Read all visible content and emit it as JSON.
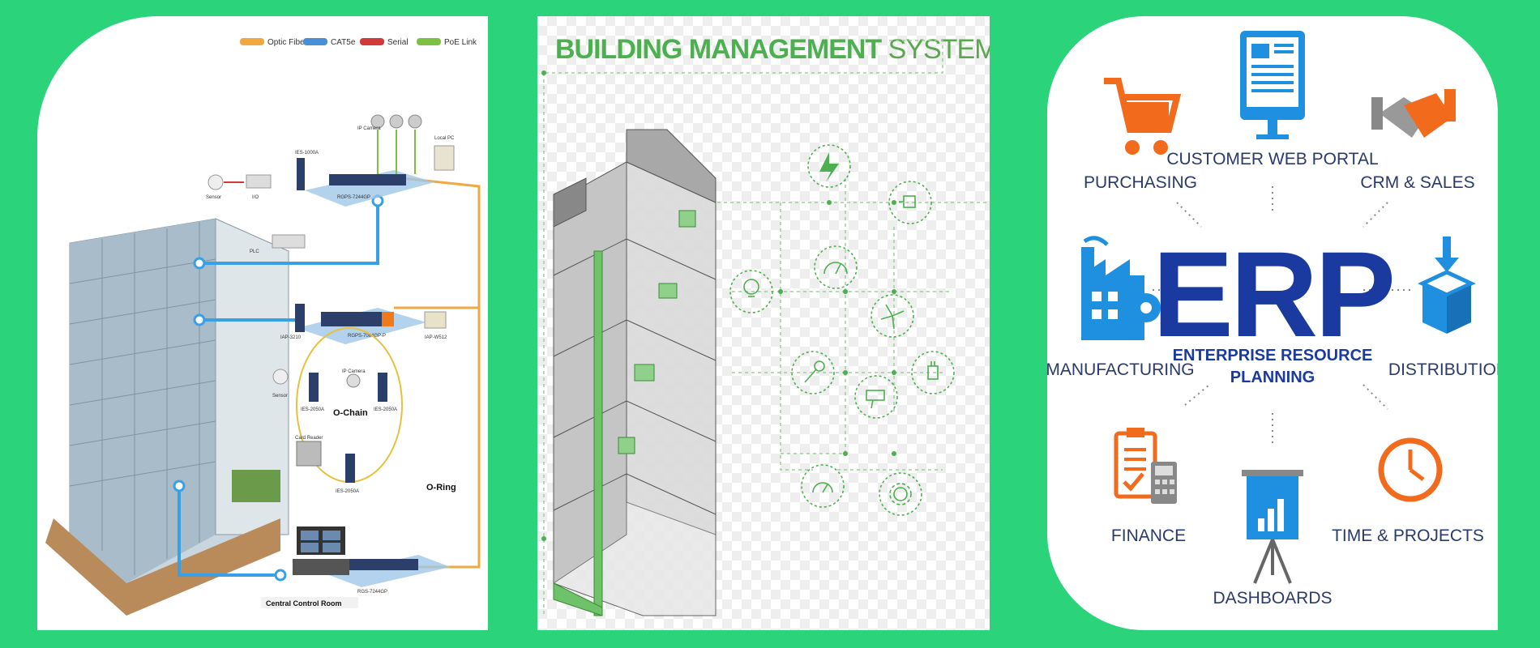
{
  "network": {
    "legend": [
      {
        "label": "Optic Fiber",
        "color": "#f0a840"
      },
      {
        "label": "CAT5e",
        "color": "#4a8fd6"
      },
      {
        "label": "Serial",
        "color": "#d23a3a"
      },
      {
        "label": "PoE Link",
        "color": "#7cc142"
      }
    ],
    "labels": {
      "ip_camera_top": "IP Camera",
      "local_pc": "Local PC",
      "ies_1000a": "IES-1000A",
      "rgps_top": "RGPS-7244GP",
      "sensor_top": "Sensor",
      "io": "I/O",
      "plc": "PLC",
      "iap_3210": "IAP-3210",
      "rgps_mid": "RGPS-7084GP-P",
      "iap_w512": "IAP-W512",
      "ip_camera_mid": "IP Camera",
      "sensor_mid": "Sensor",
      "ies_2050a_left": "IES-2050A",
      "ies_2050a_right": "IES-2050A",
      "o_chain": "O-Chain",
      "card_reader": "Card Reader",
      "ies_2050a_bottom": "IES-2050A",
      "o_ring": "O-Ring",
      "rgs_bottom": "RGS-7244GP",
      "central_control": "Central Control Room"
    }
  },
  "bms": {
    "title_bold": "BUILDING MANAGEMENT",
    "title_light": " SYSTEM",
    "icons": [
      "lightning-icon",
      "plug-icon",
      "bulb-icon",
      "gauge-icon",
      "fan-icon",
      "key-icon",
      "camera-icon",
      "plug-icon",
      "speedometer-icon",
      "gear-icon"
    ],
    "accent": "#4caf50"
  },
  "erp": {
    "title": "ERP",
    "subtitle_line1": "ENTERPRISE RESOURCE",
    "subtitle_line2": "PLANNING",
    "modules": {
      "customer_web_portal": "CUSTOMER WEB PORTAL",
      "purchasing": "PURCHASING",
      "crm_sales": "CRM & SALES",
      "manufacturing": "MANUFACTURING",
      "distribution": "DISTRIBUTION",
      "finance": "FINANCE",
      "time_projects": "TIME & PROJECTS",
      "dashboards": "DASHBOARDS"
    },
    "colors": {
      "blue": "#1f8fe0",
      "navy": "#1a3aa0",
      "orange": "#f26b1d",
      "text": "#2a3a6a"
    }
  }
}
